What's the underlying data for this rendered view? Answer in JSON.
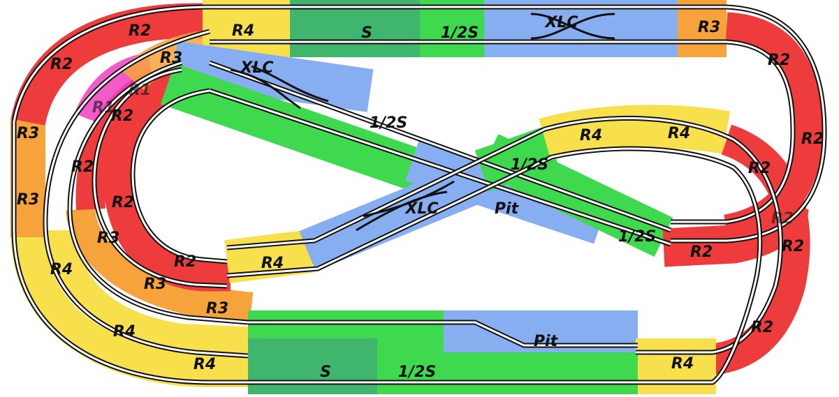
{
  "layout_name": "",
  "colors": {
    "R1": "#ee3fc0",
    "R2": "#ee3b3b",
    "R3": "#f5a33a",
    "R4": "#f7e04c",
    "S": "#3fb56e",
    "HalfS": "#3fd94f",
    "XLC": "#86aef0",
    "Pit": "#86aef0",
    "rail": "#111111",
    "rail_gap": "#ffffff"
  },
  "pieces": [
    {
      "type": "R2",
      "text": "R2"
    },
    {
      "type": "R4",
      "text": "R4"
    },
    {
      "type": "S",
      "text": "S"
    },
    {
      "type": "HalfS",
      "text": "1/2S"
    },
    {
      "type": "XLC",
      "text": "XLC"
    },
    {
      "type": "R3",
      "text": "R3"
    },
    {
      "type": "R2",
      "text": "R2"
    },
    {
      "type": "R3",
      "text": "R3"
    },
    {
      "type": "XLC",
      "text": "XLC"
    },
    {
      "type": "R1",
      "text": "R1"
    },
    {
      "type": "R1",
      "text": "R1"
    },
    {
      "type": "R2",
      "text": "R2"
    },
    {
      "type": "R2",
      "text": "R2"
    },
    {
      "type": "HalfS",
      "text": "1/2S"
    },
    {
      "type": "R3",
      "text": "R3"
    },
    {
      "type": "R4",
      "text": "R4"
    },
    {
      "type": "R4",
      "text": "R4"
    },
    {
      "type": "R2",
      "text": "R2"
    },
    {
      "type": "R2",
      "text": "R2"
    },
    {
      "type": "HalfS",
      "text": "1/2S"
    },
    {
      "type": "R3",
      "text": "R3"
    },
    {
      "type": "R2",
      "text": "R2"
    },
    {
      "type": "XLC",
      "text": "XLC"
    },
    {
      "type": "Pit",
      "text": "Pit"
    },
    {
      "type": "R2",
      "text": "R2"
    },
    {
      "type": "HalfS",
      "text": "1/2S"
    },
    {
      "type": "R3",
      "text": "R3"
    },
    {
      "type": "R2",
      "text": "R2"
    },
    {
      "type": "R4",
      "text": "R4"
    },
    {
      "type": "R2",
      "text": "R2"
    },
    {
      "type": "R4",
      "text": "R4"
    },
    {
      "type": "R3",
      "text": "R3"
    },
    {
      "type": "R3",
      "text": "R3"
    },
    {
      "type": "R2",
      "text": "R2"
    },
    {
      "type": "R4",
      "text": "R4"
    },
    {
      "type": "Pit",
      "text": "Pit"
    },
    {
      "type": "R4",
      "text": "R4"
    },
    {
      "type": "S",
      "text": "S"
    },
    {
      "type": "HalfS",
      "text": "1/2S"
    },
    {
      "type": "R4",
      "text": "R4"
    }
  ]
}
